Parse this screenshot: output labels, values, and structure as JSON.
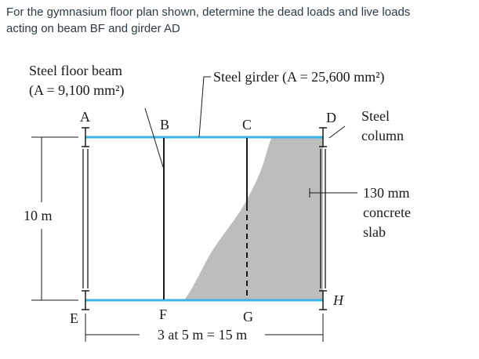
{
  "question": {
    "line1": "For the gymnasium floor plan shown, determine the dead loads and live loads",
    "line2": "acting on beam BF and girder AD"
  },
  "diagram": {
    "beam_label_1": "Steel floor beam",
    "beam_label_2": "(A = 9,100 mm²)",
    "girder_label": "Steel girder (A = 25,600 mm²)",
    "column_label_1": "Steel",
    "column_label_2": "column",
    "slab_label_1": "130 mm",
    "slab_label_2": "concrete",
    "slab_label_3": "slab",
    "height_label": "10 m",
    "span_label": "3 at 5 m = 15 m",
    "points": {
      "A": "A",
      "B": "B",
      "C": "C",
      "D": "D",
      "E": "E",
      "F": "F",
      "G": "G",
      "H": "H"
    },
    "colors": {
      "girder": "#3cb4e6",
      "slab": "#bdbdbd",
      "ink": "#1a1a1a"
    }
  }
}
